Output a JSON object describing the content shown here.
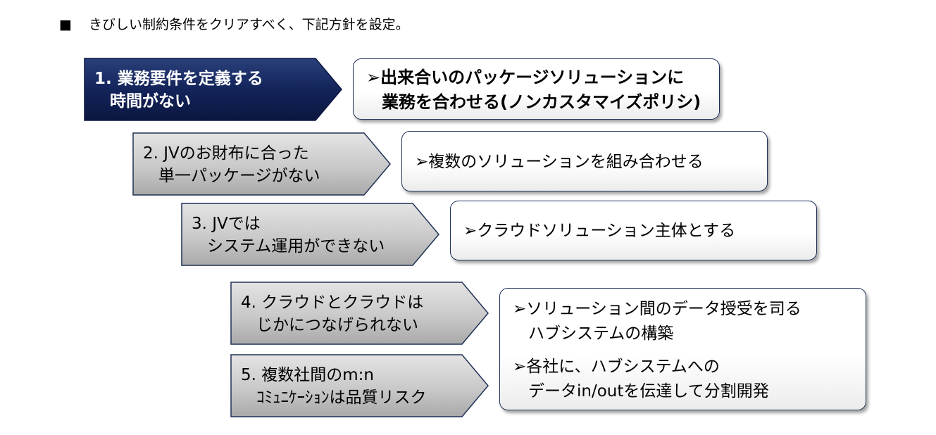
{
  "intro": {
    "bullet": "■",
    "text": "きびしい制約条件をクリアすべく、下記方針を設定。"
  },
  "constraints": [
    {
      "line1": "1. 業務要件を定義する",
      "line2": "時間がない"
    },
    {
      "line1": "2. JVのお財布に合った",
      "line2": "単一パッケージがない"
    },
    {
      "line1": "3. JVでは",
      "line2": "システム運用ができない"
    },
    {
      "line1": "4. クラウドとクラウドは",
      "line2": "じかにつなげられない"
    },
    {
      "line1": "5. 複数社間のm:n",
      "line2": "ｺﾐｭﾆｹｰｼｮﾝは品質リスク"
    }
  ],
  "policies": {
    "p1": {
      "line1": "➢出来合いのパッケージソリューションに",
      "line2": "業務を合わせる(ノンカスタマイズポリシ)"
    },
    "p2": {
      "line1": "➢複数のソリューションを組み合わせる"
    },
    "p3": {
      "line1": "➢クラウドソリューション主体とする"
    },
    "p4": [
      {
        "line1": "➢ソリューション間のデータ授受を司る",
        "line2": "ハブシステムの構築"
      },
      {
        "line1": "➢各社に、ハブシステムへの",
        "line2": "データin/outを伝達して分割開発"
      }
    ]
  },
  "colors": {
    "dark_fill": "#13245a",
    "gray_fill": "#c9c9c9",
    "border": "#1f3057"
  }
}
